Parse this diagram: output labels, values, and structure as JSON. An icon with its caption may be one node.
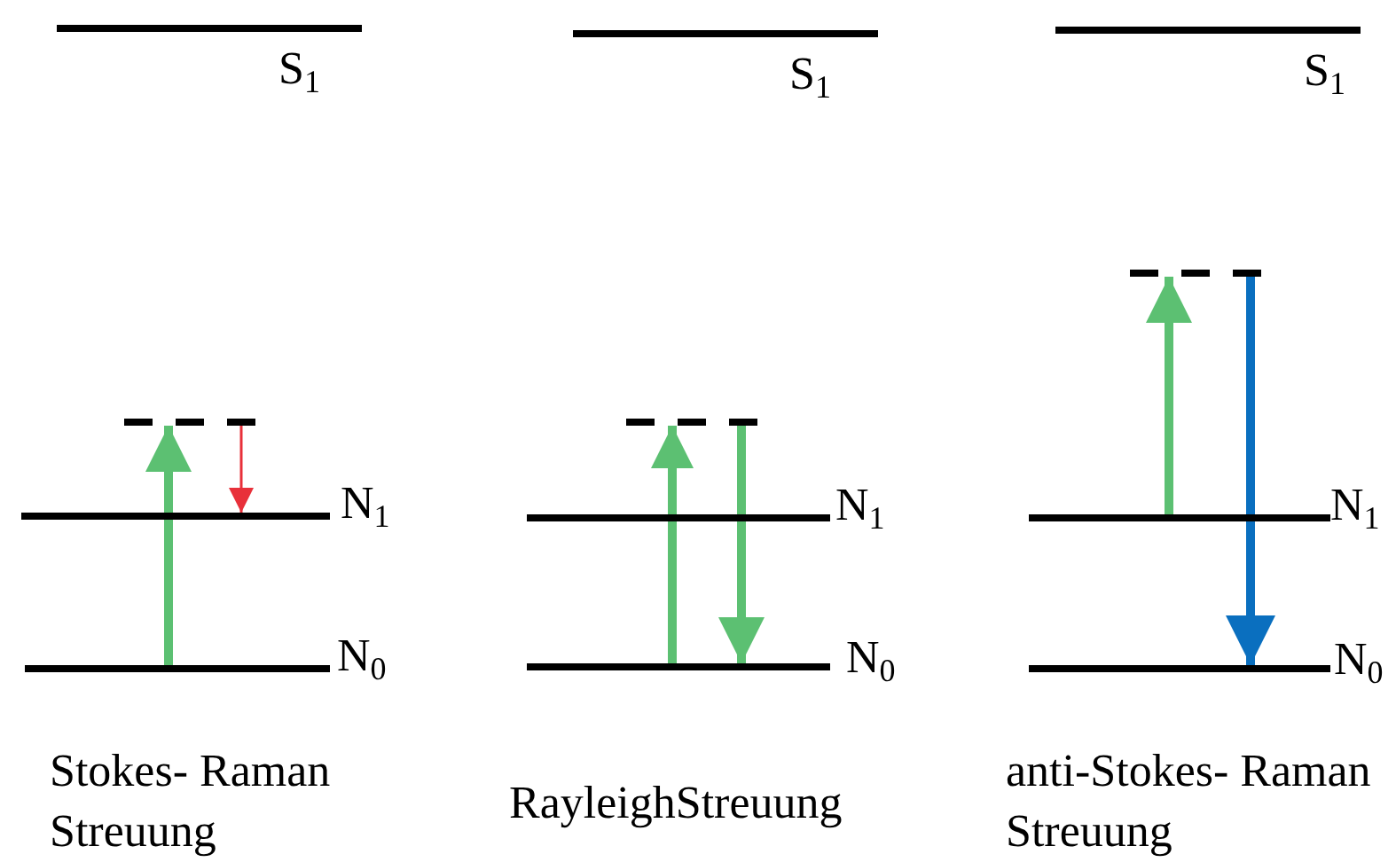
{
  "diagram": {
    "nodes": [
      {
        "text": [],
        "shape": "bar",
        "beside": [
          "S$_{1}$"
        ]
      },
      {
        "text": [],
        "shape": "bar"
      },
      {
        "text": [],
        "shape": "bar",
        "beside": [
          "N$_{1}$"
        ]
      },
      {
        "text": [],
        "shape": "bar",
        "beside": [
          "N$_{0}$"
        ]
      },
      {
        "text": [],
        "shape": "bar",
        "beside": [
          "S$_{1}$"
        ]
      },
      {
        "text": [],
        "shape": "bar"
      },
      {
        "text": [],
        "shape": "bar",
        "beside": [
          "N$_{1}$"
        ]
      },
      {
        "text": [],
        "shape": "bar",
        "beside": [
          "N$_{0}$"
        ]
      },
      {
        "text": [],
        "shape": "bar",
        "beside": [
          "S$_{1}$"
        ]
      },
      {
        "text": [],
        "shape": "bar"
      },
      {
        "text": [],
        "shape": "bar",
        "beside": [
          "N$_{1}$"
        ]
      },
      {
        "text": [],
        "shape": "bar",
        "beside": [
          "N$_{0}$"
        ]
      }
    ],
    "edges": [
      {
        "from": 3,
        "to": 1,
        "arrow": "to"
      },
      {
        "from": 1,
        "to": 2,
        "arrow": "to",
        "color": "#e8303a"
      },
      {
        "from": 7,
        "to": 5,
        "arrow": "to"
      },
      {
        "from": 5,
        "to": 7,
        "arrow": "to"
      },
      {
        "from": 10,
        "to": 9,
        "arrow": "to"
      },
      {
        "from": 9,
        "to": 11,
        "arrow": "to",
        "color": "#0a6fbf"
      }
    ],
    "labels": [
      "Stokes- Raman Streuung",
      "RayleighStreuung",
      "anti-Stokes- Raman Streuung"
    ]
  }
}
